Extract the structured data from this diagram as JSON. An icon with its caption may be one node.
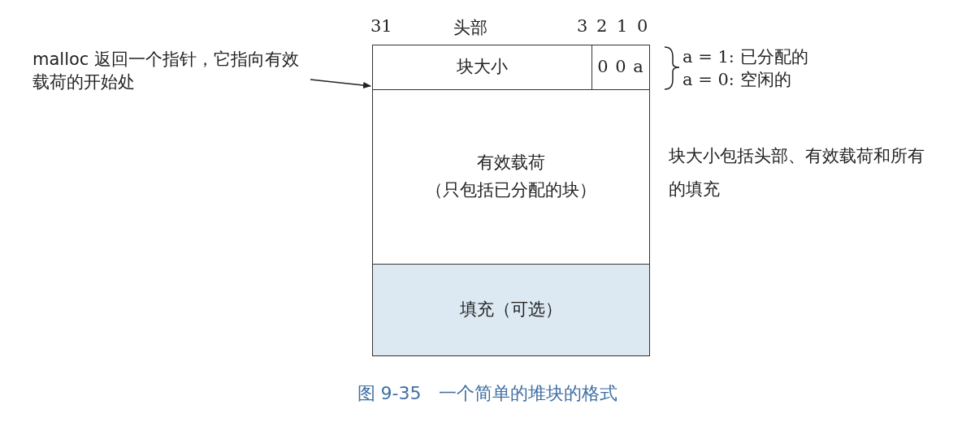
{
  "diagram": {
    "caption": "图 9-35　一个简单的堆块的格式",
    "nodes": [
      {
        "text": [
          "块大小"
        ]
      },
      {
        "text": [
          "0 0 a"
        ]
      },
      {
        "text": [
          "有效载荷",
          "（只包括已分配的块）"
        ]
      },
      {
        "text": [
          "填充（可选）"
        ]
      },
      {
        "text": [
          "malloc 返回一个指针，它指向有效载荷的开始处"
        ]
      }
    ],
    "edges": [
      {
        "from": 4,
        "to": 2,
        "arrow": "to"
      }
    ],
    "labels": [
      "31",
      "头部",
      "3",
      "2",
      "1",
      "0",
      "a = 1: 已分配的",
      "a = 0: 空闲的",
      "块大小包括头部、有效载荷和所有的填充"
    ]
  }
}
